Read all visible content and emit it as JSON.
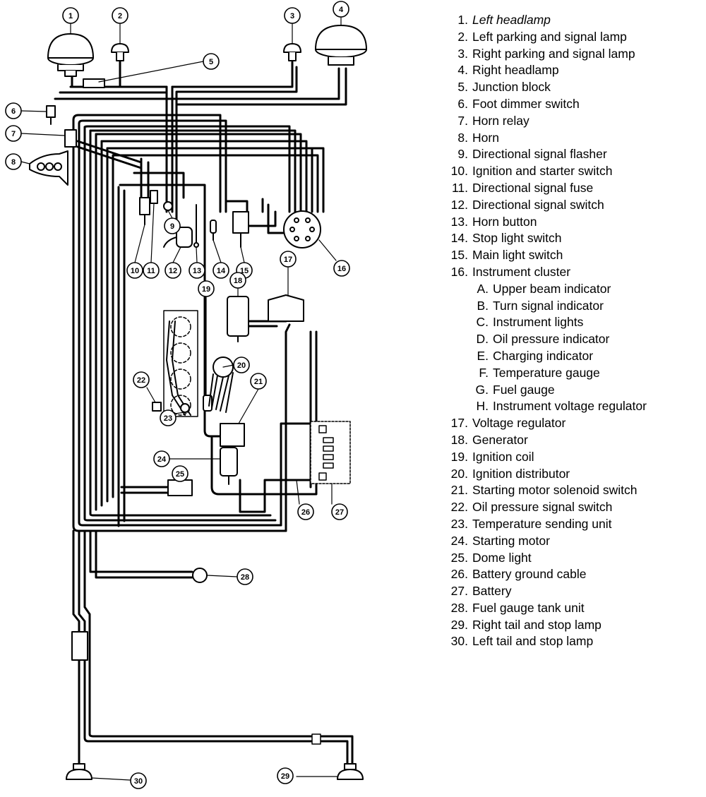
{
  "diagram": {
    "callouts": [
      "1",
      "2",
      "3",
      "4",
      "5",
      "6",
      "7",
      "8",
      "9",
      "10",
      "11",
      "12",
      "13",
      "14",
      "15",
      "16",
      "17",
      "18",
      "19",
      "20",
      "21",
      "22",
      "23",
      "24",
      "25",
      "26",
      "27",
      "28",
      "29",
      "30"
    ]
  },
  "legend": {
    "items": [
      {
        "num": "1.",
        "label": "Left headlamp"
      },
      {
        "num": "2.",
        "label": "Left parking and signal lamp"
      },
      {
        "num": "3.",
        "label": "Right parking and signal lamp"
      },
      {
        "num": "4.",
        "label": "Right headlamp"
      },
      {
        "num": "5.",
        "label": "Junction block"
      },
      {
        "num": "6.",
        "label": "Foot dimmer switch"
      },
      {
        "num": "7.",
        "label": "Horn relay"
      },
      {
        "num": "8.",
        "label": "Horn"
      },
      {
        "num": "9.",
        "label": "Directional signal flasher"
      },
      {
        "num": "10.",
        "label": "Ignition and starter switch"
      },
      {
        "num": "11.",
        "label": "Directional signal fuse"
      },
      {
        "num": "12.",
        "label": "Directional signal switch"
      },
      {
        "num": "13.",
        "label": "Horn button"
      },
      {
        "num": "14.",
        "label": "Stop light switch"
      },
      {
        "num": "15.",
        "label": "Main light switch"
      },
      {
        "num": "16.",
        "label": "Instrument cluster"
      },
      {
        "num": "A.",
        "label": "Upper beam indicator",
        "sub": true
      },
      {
        "num": "B.",
        "label": "Turn signal indicator",
        "sub": true
      },
      {
        "num": "C.",
        "label": "Instrument lights",
        "sub": true
      },
      {
        "num": "D.",
        "label": "Oil pressure indicator",
        "sub": true
      },
      {
        "num": "E.",
        "label": "Charging indicator",
        "sub": true
      },
      {
        "num": "F.",
        "label": "Temperature gauge",
        "sub": true
      },
      {
        "num": "G.",
        "label": "Fuel gauge",
        "sub": true
      },
      {
        "num": "H.",
        "label": "Instrument voltage regulator",
        "sub": true
      },
      {
        "num": "17.",
        "label": "Voltage regulator"
      },
      {
        "num": "18.",
        "label": "Generator"
      },
      {
        "num": "19.",
        "label": "Ignition coil"
      },
      {
        "num": "20.",
        "label": "Ignition distributor"
      },
      {
        "num": "21.",
        "label": "Starting motor solenoid switch"
      },
      {
        "num": "22.",
        "label": "Oil pressure signal switch"
      },
      {
        "num": "23.",
        "label": "Temperature sending unit"
      },
      {
        "num": "24.",
        "label": "Starting motor"
      },
      {
        "num": "25.",
        "label": "Dome light"
      },
      {
        "num": "26.",
        "label": "Battery ground cable"
      },
      {
        "num": "27.",
        "label": "Battery"
      },
      {
        "num": "28.",
        "label": "Fuel gauge tank unit"
      },
      {
        "num": "29.",
        "label": "Right tail and stop lamp"
      },
      {
        "num": "30.",
        "label": "Left tail and stop lamp"
      }
    ]
  }
}
